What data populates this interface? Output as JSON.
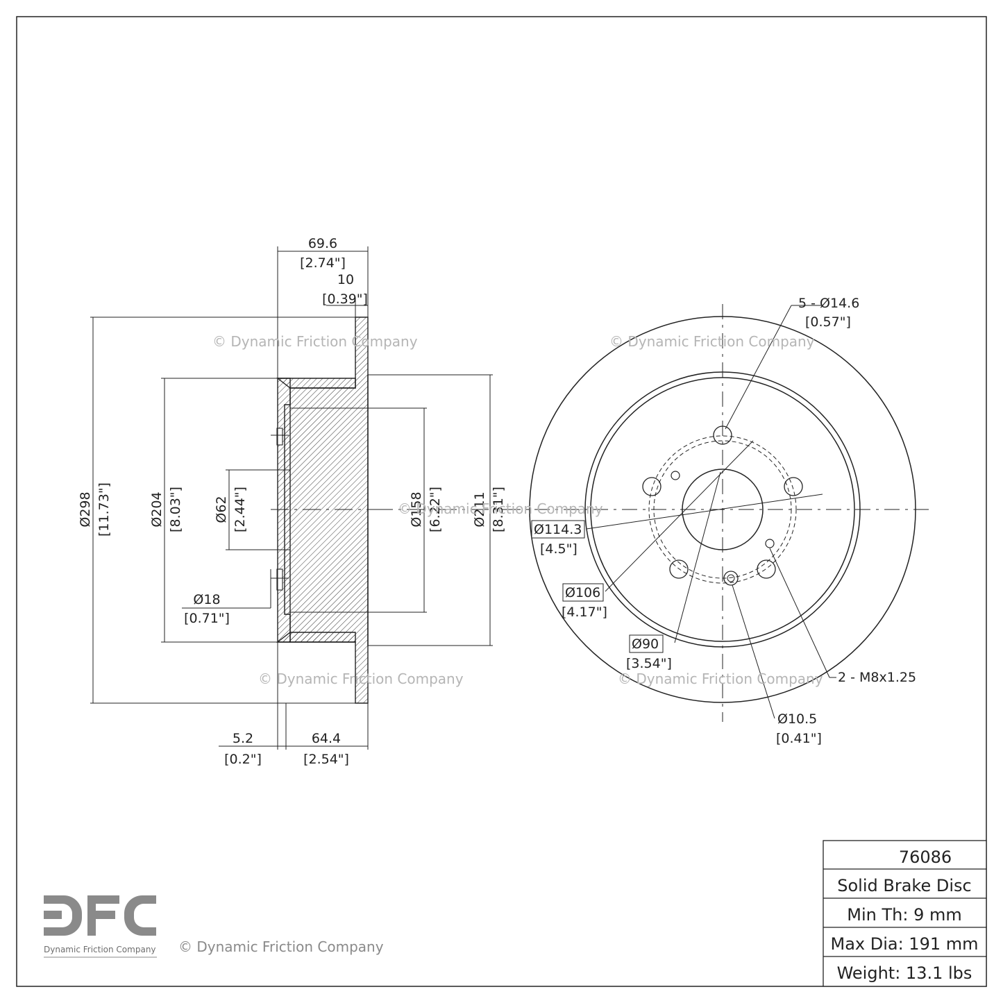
{
  "side_view": {
    "dims": {
      "overall_width": "69.6",
      "overall_width_in": "[2.74\"]",
      "rotor_thickness": "10",
      "rotor_thickness_in": "[0.39\"]",
      "outer_dia": "Ø298",
      "outer_dia_in": "[11.73\"]",
      "hat_dia": "Ø204",
      "hat_dia_in": "[8.03\"]",
      "center_bore": "Ø62",
      "center_bore_in": "[2.44\"]",
      "hat_inner_dia": "Ø158",
      "hat_inner_dia_in": "[6.22\"]",
      "inner_friction_dia": "Ø211",
      "inner_friction_dia_in": "[8.31\"]",
      "stud_hole": "Ø18",
      "stud_hole_in": "[0.71\"]",
      "hub_face": "5.2",
      "hub_face_in": "[0.2\"]",
      "hat_height": "64.4",
      "hat_height_in": "[2.54\"]"
    }
  },
  "front_view": {
    "dims": {
      "bolt_holes": "5 - Ø14.6",
      "bolt_holes_in": "[0.57\"]",
      "bolt_circle": "Ø114.3",
      "bolt_circle_in": "[4.5\"]",
      "ref_circle": "Ø106",
      "ref_circle_in": "[4.17\"]",
      "pilot": "Ø90",
      "pilot_in": "[3.54\"]",
      "threaded_holes": "2 - M8x1.25",
      "small_hole": "Ø10.5",
      "small_hole_in": "[0.41\"]"
    }
  },
  "watermark": "© Dynamic Friction Company",
  "logo": {
    "letters": "DFC",
    "tagline": "Dynamic Friction Company"
  },
  "spec_table": {
    "part_number": "76086",
    "type": "Solid Brake Disc",
    "min_thickness": "Min Th: 9 mm",
    "max_diameter": "Max Dia: 191 mm",
    "weight": "Weight: 13.1 lbs"
  },
  "colors": {
    "line": "#222222",
    "watermark": "#b5b5b5",
    "logo": "#8a8a8a"
  }
}
